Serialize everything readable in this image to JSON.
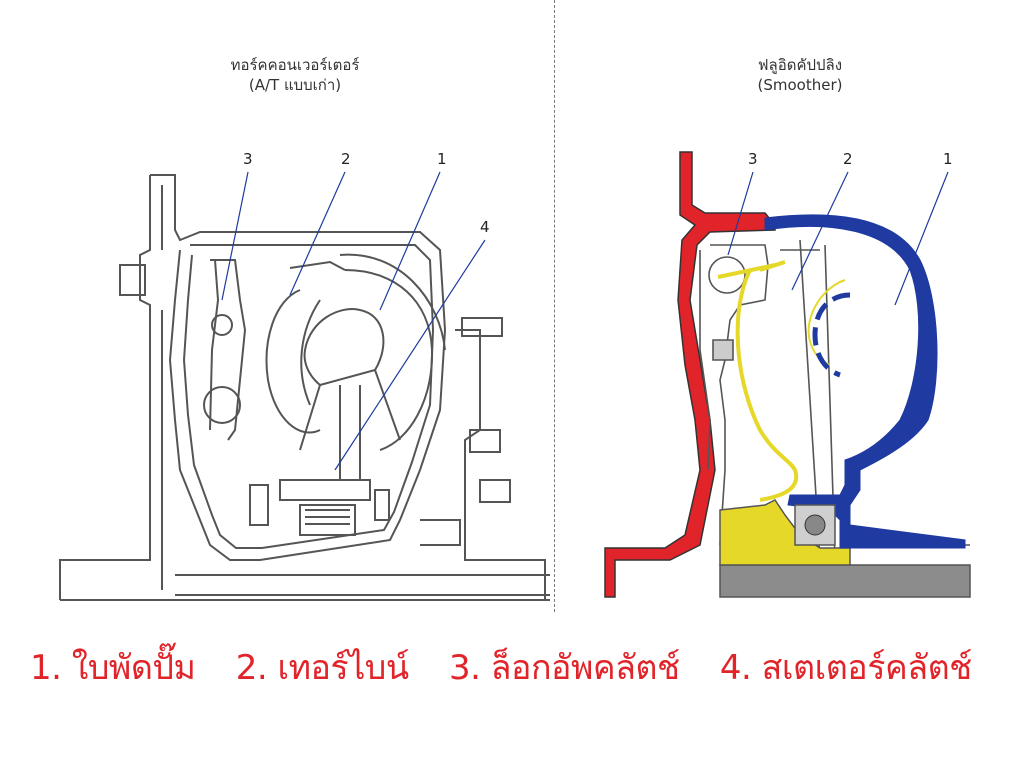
{
  "left_panel": {
    "title_line1": "ทอร์คคอนเวอร์เตอร์",
    "title_line2": "(A/T แบบเก่า)",
    "labels": [
      "3",
      "2",
      "1",
      "4"
    ]
  },
  "right_panel": {
    "title_line1": "ฟลูอิดคัปปลิง",
    "title_line2": "(Smoother)",
    "labels": [
      "3",
      "2",
      "1"
    ]
  },
  "legend": {
    "item1": "1. ใบพัดปั๊ม",
    "item2": "2. เทอร์ไบน์",
    "item3": "3. ล็อกอัพคลัตช์",
    "item4": "4. สเตเตอร์คลัตช์"
  },
  "colors": {
    "caption": "#e0242a",
    "pump_blue": "#1f3aa0",
    "turbine_yellow": "#e6d829",
    "housing_red": "#e0242a",
    "line_gray": "#555555"
  }
}
